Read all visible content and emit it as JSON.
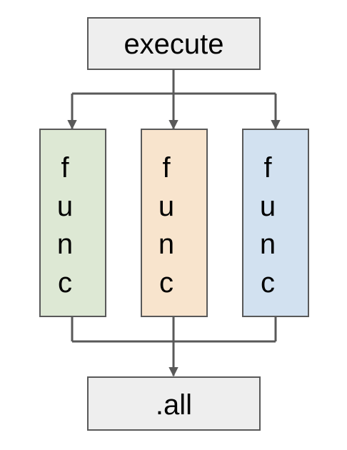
{
  "nodes": {
    "top": {
      "label": "execute",
      "fill": "#eeeeee"
    },
    "bottom": {
      "label": ".all",
      "fill": "#eeeeee"
    },
    "funcs": [
      {
        "letters": [
          "f",
          "u",
          "n",
          "c"
        ],
        "fill": "#dde8d4"
      },
      {
        "letters": [
          "f",
          "u",
          "n",
          "c"
        ],
        "fill": "#f8e4cd"
      },
      {
        "letters": [
          "f",
          "u",
          "n",
          "c"
        ],
        "fill": "#d2e1f0"
      }
    ]
  },
  "colors": {
    "stroke": "#595959",
    "arrow": "#595959",
    "text": "#000000"
  }
}
